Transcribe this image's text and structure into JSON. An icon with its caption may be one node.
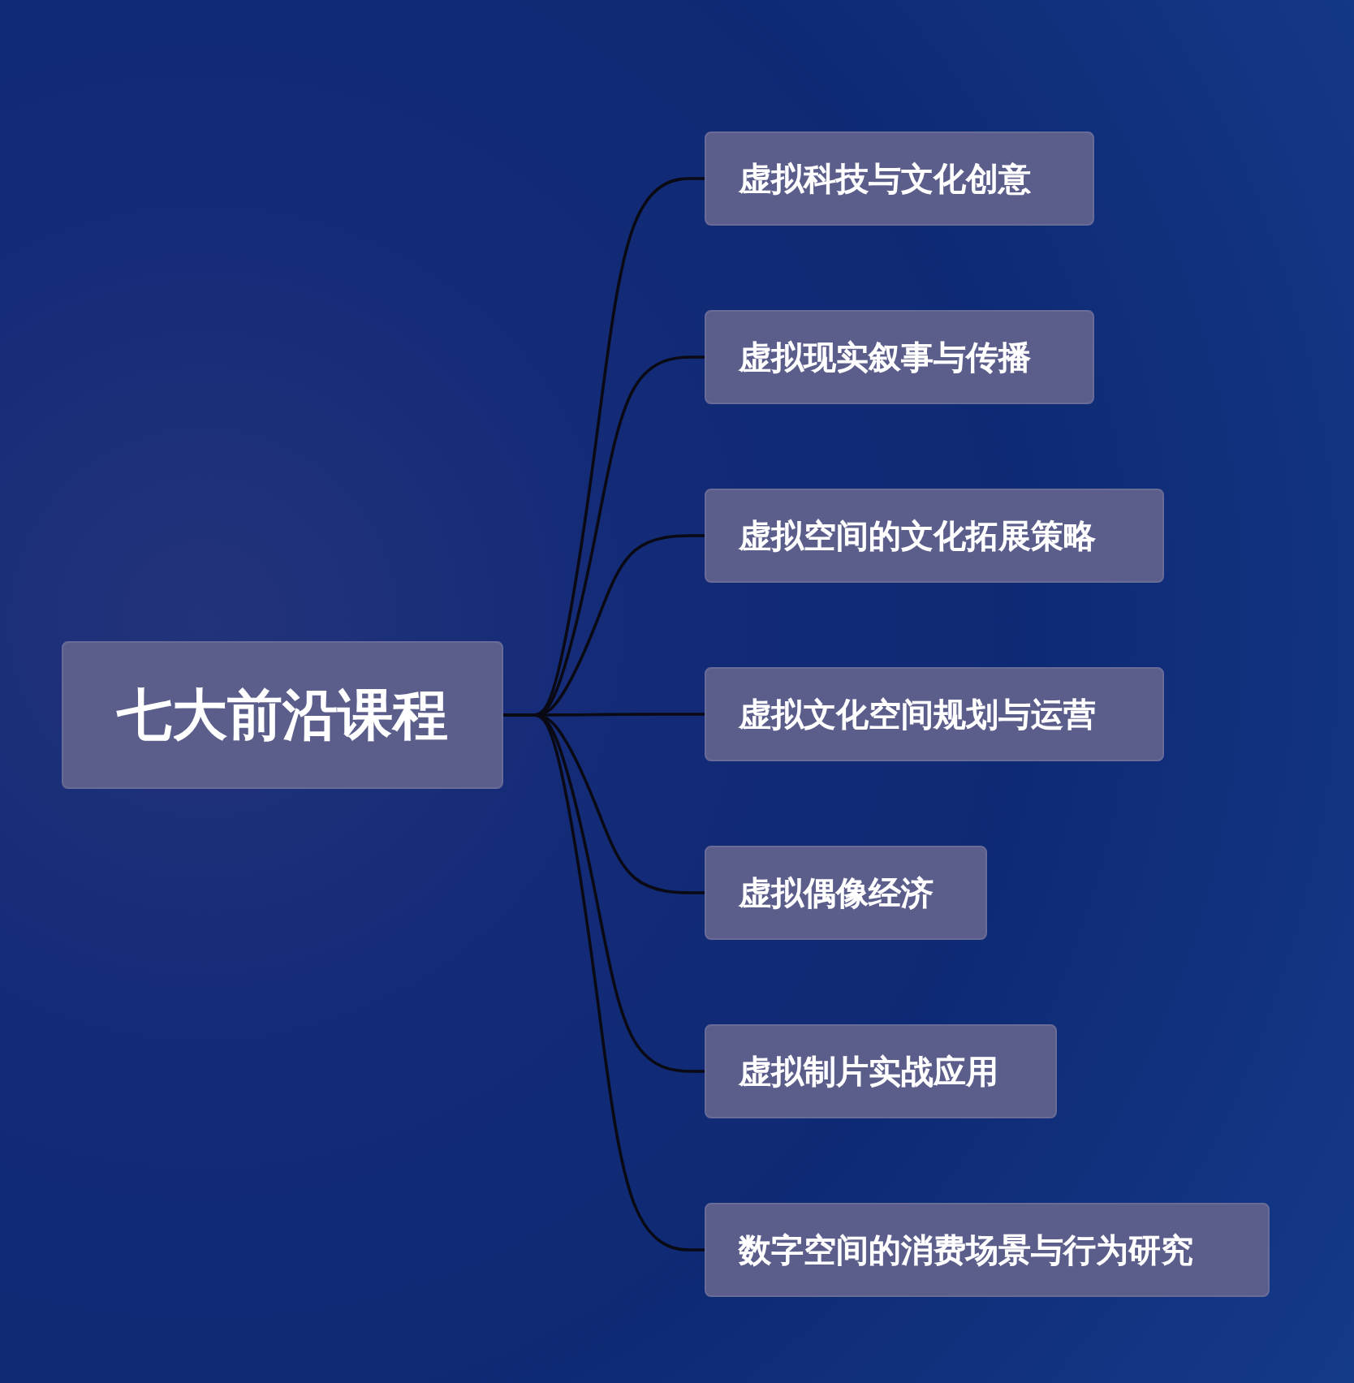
{
  "diagram": {
    "nodes": [
      {
        "text": [
          "七大前沿课程"
        ]
      },
      {
        "text": [
          "虚拟科技与文化创意"
        ]
      },
      {
        "text": [
          "虚拟现实叙事与传播"
        ]
      },
      {
        "text": [
          "虚拟空间的文化拓展策略"
        ]
      },
      {
        "text": [
          "虚拟文化空间规划与运营"
        ]
      },
      {
        "text": [
          "虚拟偶像经济"
        ]
      },
      {
        "text": [
          "虚拟制片实战应用"
        ]
      },
      {
        "text": [
          "数字空间的消费场景与行为研究"
        ]
      }
    ],
    "edges": [
      {
        "from": 0,
        "to": 1,
        "arrow": "none"
      },
      {
        "from": 0,
        "to": 2,
        "arrow": "none"
      },
      {
        "from": 0,
        "to": 3,
        "arrow": "none"
      },
      {
        "from": 0,
        "to": 4,
        "arrow": "none"
      },
      {
        "from": 0,
        "to": 5,
        "arrow": "none"
      },
      {
        "from": 0,
        "to": 6,
        "arrow": "none"
      },
      {
        "from": 0,
        "to": 7,
        "arrow": "none"
      }
    ]
  }
}
